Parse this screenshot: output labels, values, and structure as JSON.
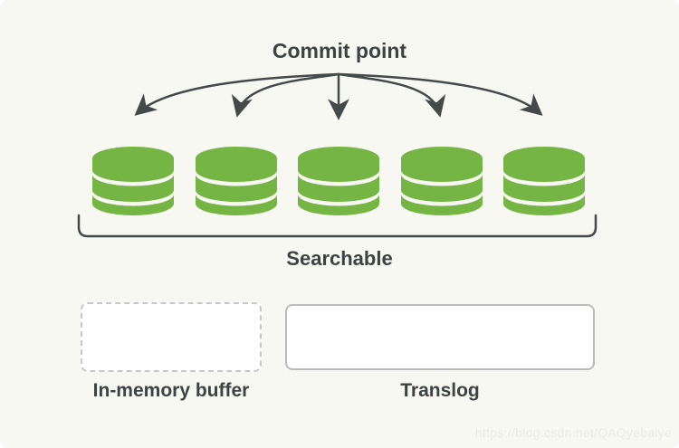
{
  "diagram": {
    "title": "Commit point",
    "bracket_label": "Searchable",
    "segments": {
      "count": 5,
      "shape": "database-cylinder",
      "color": "#75b543"
    },
    "arrows": {
      "count": 5,
      "from": "commit-point",
      "to": "segments",
      "color": "#45494a"
    },
    "buffer_box": {
      "label": "In-memory buffer",
      "border_style": "dashed",
      "border_color": "#c8c8c3",
      "fill": "#ffffff"
    },
    "translog_box": {
      "label": "Translog",
      "border_style": "solid",
      "border_color": "#b9bcb6",
      "fill": "#ffffff"
    },
    "background_color": "#f7f8f2",
    "text_color": "#3d4242"
  },
  "watermark": {
    "text": "https://blog.csdn.net/QAQyebaiye",
    "color": "#e9ebe2"
  }
}
